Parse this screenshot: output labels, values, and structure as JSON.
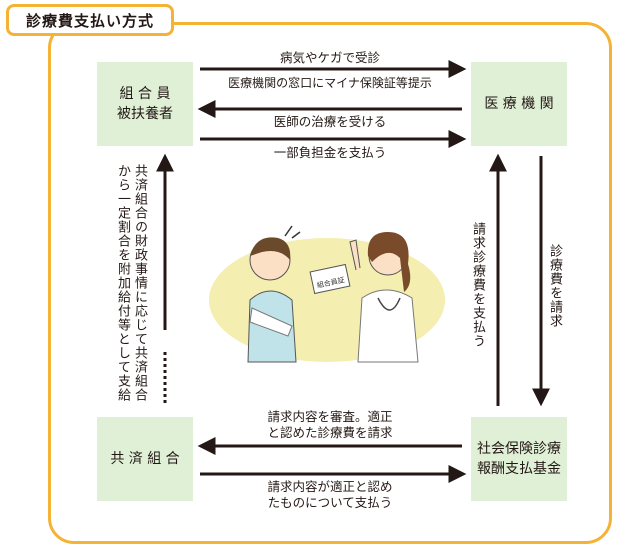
{
  "title": "診療費支払い方式",
  "boxes": {
    "insured": "組 合 員\n被扶養者",
    "medical": "医 療 機 関",
    "union": "共 済 組 合",
    "fund": "社会保険診療\n報酬支払基金"
  },
  "arrows": {
    "sick": "病気やケガで受診",
    "card": "医療機関の窓口にマイナ保険証等提示",
    "treatment": "医師の治療を受ける",
    "copay": "一部負担金を支払う",
    "review": "請求内容を審査。適正\nと認めた診療費を請求",
    "pay": "請求内容が適正と認め\nたものについて支払う",
    "request_fee": "診療費を請求",
    "pay_claim": "請求診療費を支払う",
    "union_benefit": "共済組合の財政事情に応じて共済組合から一定割合を附加給付等として支給"
  },
  "illustration": {
    "card_text": "組合員証"
  },
  "colors": {
    "frame": "#f5b335",
    "box": "#dff0d6",
    "arrow": "#231815",
    "blob": "#f4eeb0"
  }
}
